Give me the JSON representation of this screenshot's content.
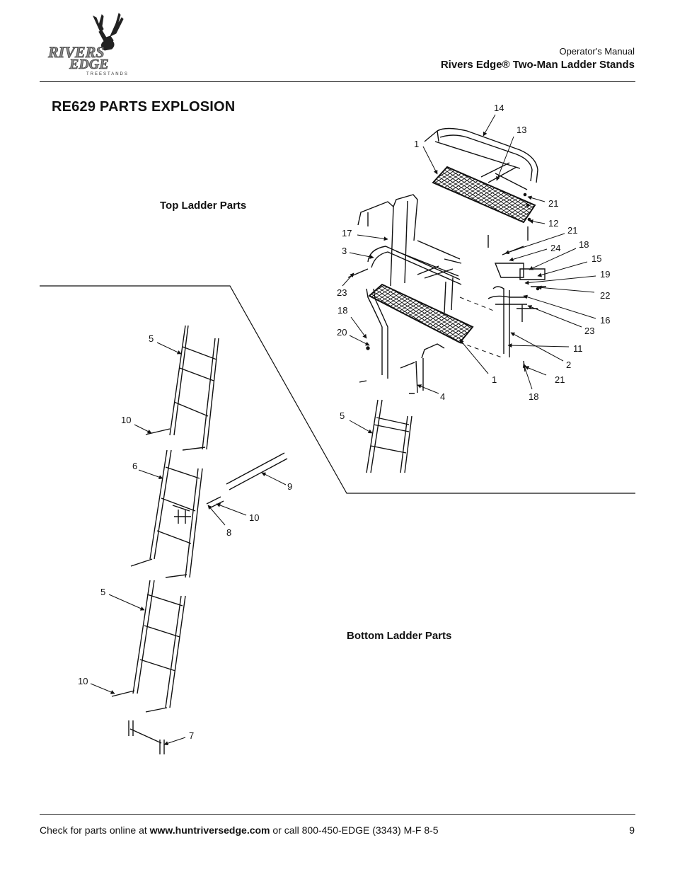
{
  "header": {
    "logo": {
      "line1": "RIVERS",
      "line2": "EDGE",
      "line3": "TREESTANDS",
      "icon": "deer-head-icon"
    },
    "manual_label": "Operator's Manual",
    "manual_title": "Rivers Edge® Two-Man Ladder Stands"
  },
  "page_title": "RE629 PARTS EXPLOSION",
  "sections": {
    "top_label": "Top Ladder Parts",
    "bottom_label": "Bottom Ladder Parts"
  },
  "callouts": {
    "top": [
      "14",
      "13",
      "1",
      "21",
      "12",
      "21",
      "17",
      "3",
      "24",
      "18",
      "15",
      "19",
      "23",
      "22",
      "18",
      "16",
      "23",
      "20",
      "11",
      "2",
      "1",
      "21",
      "18",
      "4",
      "5"
    ],
    "bottom": [
      "5",
      "10",
      "6",
      "9",
      "10",
      "8",
      "5",
      "10",
      "7"
    ]
  },
  "footer": {
    "prefix": "Check for parts online at ",
    "url": "www.huntriversedge.com",
    "suffix": " or call 800-450-EDGE (3343) M-F 8-5",
    "page_number": "9"
  }
}
